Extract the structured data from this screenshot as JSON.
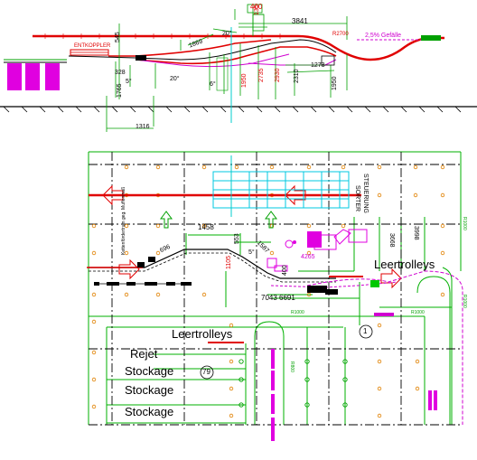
{
  "elevation": {
    "top_dimension": "400",
    "sub_dimension": "135",
    "overall_length": "3841",
    "radius_label": "R2700",
    "slope_label": "2,5% Gefälle",
    "decoupler_label": "ENTKOPPLER",
    "dims": {
      "d545": "545",
      "d1869": "1869",
      "d20a": "20°",
      "d20b": "20°",
      "d6": "6°",
      "d328": "328",
      "d5": "5°",
      "d1765": "1765",
      "d1316": "1316",
      "d1950a": "1950",
      "d2735": "2735",
      "d2930": "2930",
      "d2310": "2310",
      "d1950b": "1950",
      "d1273": "1273"
    }
  },
  "plan": {
    "steuerung": "STEUERUNG",
    "sorter": "SORTER",
    "ketten_label": "Kettenfördertrum geg. Muffenmaß",
    "leertrolleys_top": "Leertrolleys",
    "leertrolleys_left": "Leertrolleys",
    "rejet": "Rejet",
    "stockage_1": "Stockage",
    "stockage_2": "Stockage",
    "stockage_3": "Stockage",
    "circle_79": "79",
    "circle_1": "1",
    "dims": {
      "d1458": "1458",
      "d553": "553",
      "d696": "696",
      "d1587": "1587",
      "d5": "5°",
      "d1105": "1105",
      "d4265": "4265",
      "d400": "400",
      "d7043": "7043",
      "d6691": "6691",
      "d3668": "3668",
      "d3998": "3998",
      "r1000a": "R1000",
      "r1000b": "R1000",
      "r1000c": "R1000",
      "r1000d": "R1000",
      "r800": "R800"
    }
  }
}
